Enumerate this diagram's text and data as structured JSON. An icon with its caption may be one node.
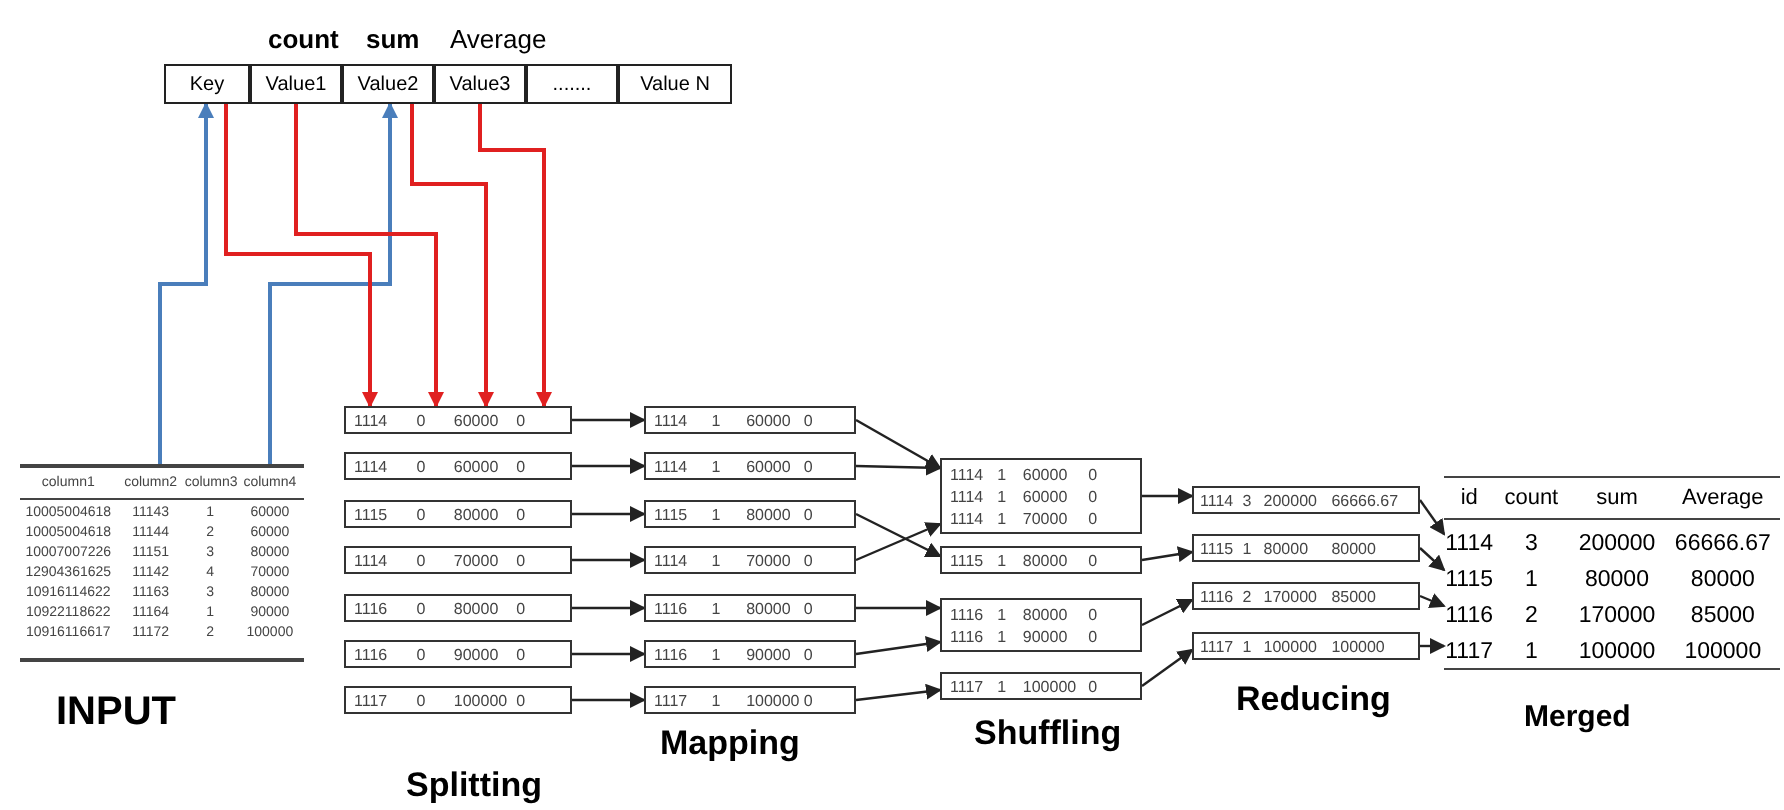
{
  "diagram": {
    "nodes": [
      {
        "text": [
          "Key"
        ]
      },
      {
        "text": [
          "Value1"
        ]
      },
      {
        "text": [
          "Value2"
        ]
      },
      {
        "text": [
          "Value3"
        ]
      },
      {
        "text": [
          "......."
        ]
      },
      {
        "text": [
          "Value N"
        ]
      },
      {
        "text": [
          "column1",
          "column2",
          "column3",
          "column4",
          "10005004618",
          "11143",
          "1",
          "60000",
          "10005004618",
          "11144",
          "2",
          "60000",
          "10007007226",
          "11151",
          "3",
          "80000",
          "12904361625",
          "11142",
          "4",
          "70000",
          "10916114622",
          "11163",
          "3",
          "80000",
          "10922118622",
          "11164",
          "1",
          "90000",
          "10916116617",
          "11172",
          "2",
          "100000"
        ],
        "beside": [
          "INPUT"
        ]
      },
      {
        "text": [
          "1114",
          "0",
          "60000",
          "0"
        ]
      },
      {
        "text": [
          "1114",
          "0",
          "60000",
          "0"
        ]
      },
      {
        "text": [
          "1115",
          "0",
          "80000",
          "0"
        ]
      },
      {
        "text": [
          "1114",
          "0",
          "70000",
          "0"
        ]
      },
      {
        "text": [
          "1116",
          "0",
          "80000",
          "0"
        ]
      },
      {
        "text": [
          "1116",
          "0",
          "90000",
          "0"
        ]
      },
      {
        "text": [
          "1117",
          "0",
          "100000",
          "0"
        ]
      },
      {
        "text": [
          "1114",
          "1",
          "60000",
          "0"
        ]
      },
      {
        "text": [
          "1114",
          "1",
          "60000",
          "0"
        ]
      },
      {
        "text": [
          "1115",
          "1",
          "80000",
          "0"
        ]
      },
      {
        "text": [
          "1114",
          "1",
          "70000",
          "0"
        ]
      },
      {
        "text": [
          "1116",
          "1",
          "80000",
          "0"
        ]
      },
      {
        "text": [
          "1116",
          "1",
          "90000",
          "0"
        ]
      },
      {
        "text": [
          "1117",
          "1",
          "100000",
          "0"
        ]
      },
      {
        "text": [
          "1114",
          "1",
          "60000",
          "0",
          "1114",
          "1",
          "60000",
          "0",
          "1114",
          "1",
          "70000",
          "0"
        ]
      },
      {
        "text": [
          "1115",
          "1",
          "80000",
          "0"
        ]
      },
      {
        "text": [
          "1116",
          "1",
          "80000",
          "0",
          "1116",
          "1",
          "90000",
          "0"
        ]
      },
      {
        "text": [
          "1117",
          "1",
          "100000",
          "0"
        ]
      },
      {
        "text": [
          "1114",
          "3",
          "200000",
          "66666.67"
        ]
      },
      {
        "text": [
          "1115",
          "1",
          "80000",
          "80000"
        ]
      },
      {
        "text": [
          "1116",
          "2",
          "170000",
          "85000"
        ]
      },
      {
        "text": [
          "1117",
          "1",
          "100000",
          "100000"
        ]
      },
      {
        "text": [
          "id",
          "count",
          "sum",
          "Average"
        ],
        "beside": [
          "Merged"
        ]
      },
      {
        "text": [
          "1114",
          "3",
          "200000",
          "66666.67"
        ],
        "in": 29
      },
      {
        "text": [
          "1115",
          "1",
          "80000",
          "80000"
        ],
        "in": 29
      },
      {
        "text": [
          "1116",
          "2",
          "170000",
          "85000"
        ],
        "in": 29
      },
      {
        "text": [
          "1117",
          "1",
          "100000",
          "100000"
        ],
        "in": 29
      }
    ],
    "edges": [
      {
        "from": 6,
        "to": 0,
        "arrow": "to",
        "color": "#4a7ebb"
      },
      {
        "from": 6,
        "to": 2,
        "arrow": "to",
        "color": "#4a7ebb"
      },
      {
        "from": 0,
        "to": 7,
        "arrow": "to",
        "color": "#e02020"
      },
      {
        "from": 1,
        "to": 7,
        "arrow": "to",
        "color": "#e02020"
      },
      {
        "from": 2,
        "to": 7,
        "arrow": "to",
        "color": "#e02020"
      },
      {
        "from": 3,
        "to": 7,
        "arrow": "to",
        "color": "#e02020"
      },
      {
        "from": 7,
        "to": 14,
        "arrow": "to"
      },
      {
        "from": 8,
        "to": 15,
        "arrow": "to"
      },
      {
        "from": 9,
        "to": 16,
        "arrow": "to"
      },
      {
        "from": 10,
        "to": 17,
        "arrow": "to"
      },
      {
        "from": 11,
        "to": 18,
        "arrow": "to"
      },
      {
        "from": 12,
        "to": 19,
        "arrow": "to"
      },
      {
        "from": 13,
        "to": 20,
        "arrow": "to"
      },
      {
        "from": 14,
        "to": 21,
        "arrow": "to"
      },
      {
        "from": 15,
        "to": 21,
        "arrow": "to"
      },
      {
        "from": 16,
        "to": 22,
        "arrow": "to"
      },
      {
        "from": 17,
        "to": 21,
        "arrow": "to"
      },
      {
        "from": 18,
        "to": 23,
        "arrow": "to"
      },
      {
        "from": 19,
        "to": 23,
        "arrow": "to"
      },
      {
        "from": 20,
        "to": 24,
        "arrow": "to"
      },
      {
        "from": 21,
        "to": 25,
        "arrow": "to"
      },
      {
        "from": 22,
        "to": 26,
        "arrow": "to"
      },
      {
        "from": 23,
        "to": 27,
        "arrow": "to"
      },
      {
        "from": 24,
        "to": 28,
        "arrow": "to"
      },
      {
        "from": 25,
        "to": 30,
        "arrow": "to"
      },
      {
        "from": 26,
        "to": 31,
        "arrow": "to"
      },
      {
        "from": 27,
        "to": 32,
        "arrow": "to"
      },
      {
        "from": 28,
        "to": 33,
        "arrow": "to"
      }
    ],
    "labels": [
      "count",
      "sum",
      "Average",
      "Splitting",
      "Mapping",
      "Shuffling",
      "Reducing"
    ]
  }
}
